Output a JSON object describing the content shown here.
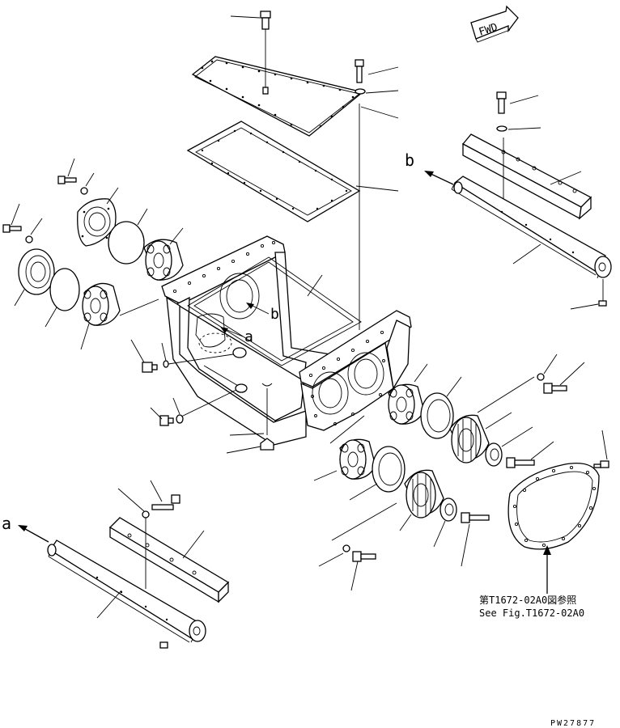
{
  "diagram": {
    "fwd_label": "FWD",
    "view_labels": {
      "a": "a",
      "b": "b"
    },
    "reference_note": {
      "line_jp": "第T1672-02A0図参照",
      "line_en": "See Fig.T1672-02A0"
    },
    "drawing_number": "PW27877"
  }
}
